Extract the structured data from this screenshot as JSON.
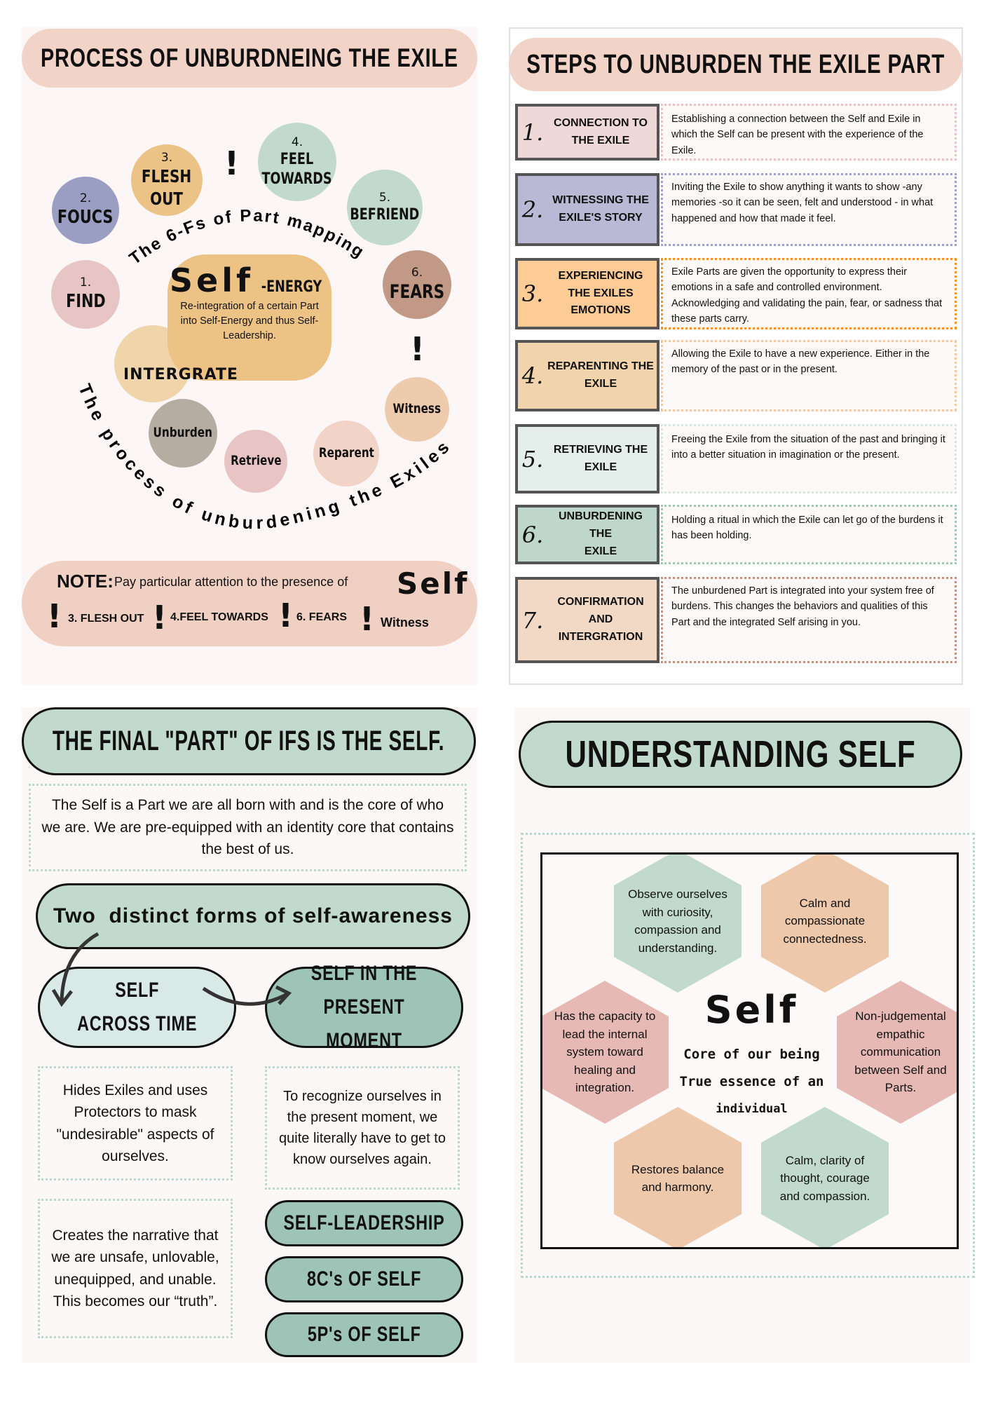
{
  "q1": {
    "title": "PROCESS OF UNBURDNEING THE EXILE",
    "arc_top": "The 6-Fs of Part mapping",
    "arc_bottom": "The process of unburdening the Exiles",
    "circles": [
      {
        "num": "1.",
        "label": "FIND",
        "color": "#e6c5c4"
      },
      {
        "num": "2.",
        "label": "FOUCS",
        "color": "#9b9ec3"
      },
      {
        "num": "3.",
        "label": "FLESH\nOUT",
        "color": "#ecc387"
      },
      {
        "num": "4.",
        "label": "FEEL\nTOWARDS",
        "color": "#c1dacd"
      },
      {
        "num": "5.",
        "label": "BEFRIEND",
        "color": "#c1dacd"
      },
      {
        "num": "6.",
        "label": "FEARS",
        "color": "#c29987"
      },
      {
        "num": "",
        "label": "Witness",
        "color": "#efcbae"
      },
      {
        "num": "",
        "label": "Reparent",
        "color": "#f2d3c7"
      },
      {
        "num": "",
        "label": "Retrieve",
        "color": "#e8c5c4"
      },
      {
        "num": "",
        "label": "Unburden",
        "color": "#b5aca2"
      },
      {
        "num": "",
        "label": "INTERGRATE",
        "color": "#f0d4aa"
      }
    ],
    "self_word": "Self",
    "self_suffix": "-ENERGY",
    "self_desc": "Re-integration of a certain Part into Self-Energy and thus Self-Leadership.",
    "exclaim": "!",
    "note": {
      "label": "NOTE:",
      "text": "Pay particular attention to the presence of",
      "self_word": "Self",
      "items": [
        "3. FLESH OUT",
        "4.FEEL TOWARDS",
        "6. FEARS",
        "Witness"
      ]
    }
  },
  "q2": {
    "title": "STEPS TO UNBURDEN THE EXILE PART",
    "steps": [
      {
        "num": "1.",
        "title": "CONNECTION TO\nTHE EXILE",
        "desc": "Establishing a connection between the Self and Exile in which the Self can be present with the experience of the Exile.",
        "color": "#eed8d8",
        "border": "#eebfc2"
      },
      {
        "num": "2.",
        "title": "WITNESSING THE\nEXILE'S STORY",
        "desc": "Inviting the Exile to show anything it wants to show -any memories -so it can be seen, felt and understood - in what happened and how that made it feel.",
        "color": "#b9b9d5",
        "border": "#9ea0d2"
      },
      {
        "num": "3.",
        "title": "EXPERIENCING\nTHE EXILES\nEMOTIONS",
        "desc": "Exile Parts are given the opportunity to express their emotions in a safe and controlled environment. Acknowledging and validating the pain, fear, or sadness that these parts carry.",
        "color": "#fccb96",
        "border": "#f7931e"
      },
      {
        "num": "4.",
        "title": "REPARENTING THE\nEXILE",
        "desc": "Allowing the Exile to have a new experience. Either in the memory of the past or in the present.",
        "color": "#f1d4ac",
        "border": "#f5c79a"
      },
      {
        "num": "5.",
        "title": "RETRIEVING THE\nEXILE",
        "desc": "Freeing the Exile from the situation of the past and bringing it into a better situation in imagination or the present.",
        "color": "#e4efeb",
        "border": "#d6e8e1"
      },
      {
        "num": "6.",
        "title": "UNBURDENING THE\nEXILE",
        "desc": "Holding a ritual in which the Exile can let go of the burdens it has been holding.",
        "color": "#bed6cc",
        "border": "#9fcbb4"
      },
      {
        "num": "7.",
        "title": "CONFIRMATION AND\nINTERGRATION",
        "desc": "The unburdened Part is integrated into your system free of burdens. This changes the behaviors and qualities of this Part and the integrated Self arising in you.",
        "color": "#f2d9c6",
        "border": "#c9907f"
      }
    ]
  },
  "q3": {
    "title": "THE FINAL \"PART\" OF IFS IS THE SELF.",
    "intro": "The Self is a Part we are all born with and is the core of who we are. We are pre-equipped with an identity core that contains the best of us.",
    "forms_title": "Two  distinct forms of self-awareness",
    "self_across_time": "SELF\nACROSS TIME",
    "self_present": "SELF IN THE\nPRESENT MOMENT",
    "across_1": "Hides Exiles and uses Protectors to mask \"undesirable\" aspects of ourselves.",
    "across_2": "Creates the narrative that we are unsafe, unlovable, unequipped, and unable. This becomes our “truth”.",
    "present_1": "To recognize ourselves in the present moment, we quite literally have to get to know ourselves again.",
    "buttons": [
      "SELF-LEADERSHIP",
      "8C's OF SELF",
      "5P's OF SELF"
    ]
  },
  "q4": {
    "title": "UNDERSTANDING SELF",
    "self_word": "Self",
    "core": "Core of our being",
    "essence": "True essence of an",
    "individual": "individual",
    "hexes": [
      {
        "text": "Observe ourselves with curiosity, compassion and understanding.",
        "color": "#c1dacd"
      },
      {
        "text": "Calm and compassionate connectedness.",
        "color": "#eec8ab"
      },
      {
        "text": "Has the capacity to lead the internal system toward healing and integration.",
        "color": "#e6b9b5"
      },
      {
        "text": "Non-judgemental empathic communication between Self and Parts.",
        "color": "#e6b9b5"
      },
      {
        "text": "Restores balance and harmony.",
        "color": "#eec8ab"
      },
      {
        "text": "Calm, clarity of thought, courage and compassion.",
        "color": "#c1dacd"
      }
    ]
  }
}
